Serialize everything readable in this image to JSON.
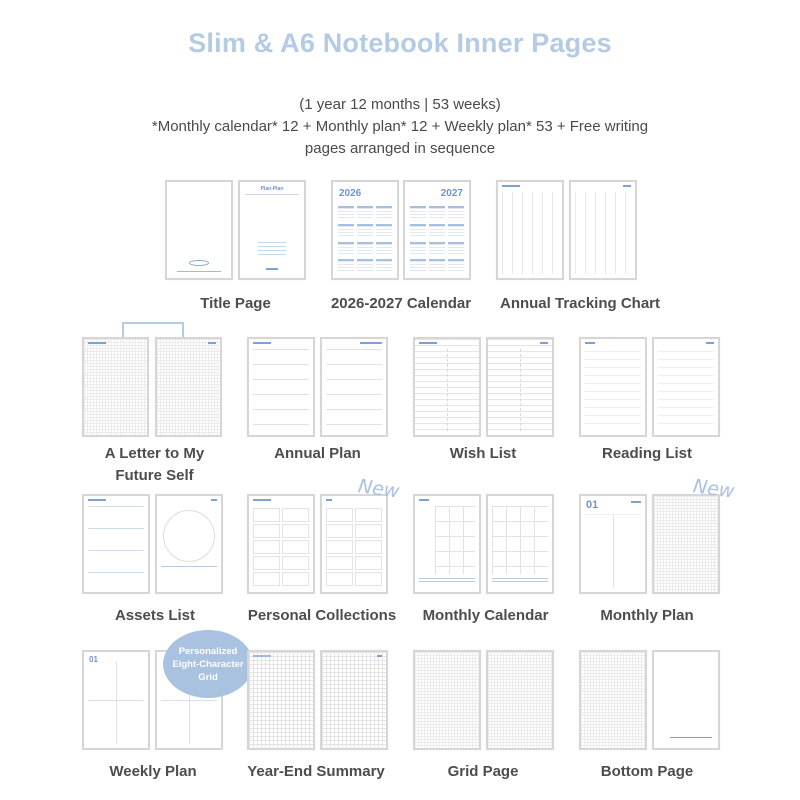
{
  "header": {
    "title": "Slim & A6 Notebook Inner Pages",
    "subtitle_line1": "(1 year 12 months | 53 weeks)",
    "subtitle_line2": "*Monthly calendar* 12 + Monthly plan* 12 + Weekly plan* 53 + Free writing",
    "subtitle_line3": "pages arranged in sequence"
  },
  "sections": [
    {
      "label": "Title Page",
      "page_headings": [
        "",
        "Plan-Plan"
      ]
    },
    {
      "label": "2026-2027 Calendar",
      "years": [
        "2026",
        "2027"
      ]
    },
    {
      "label": "Annual Tracking Chart"
    },
    {
      "label_line1": "A Letter to My",
      "label_line2": "Future Self"
    },
    {
      "label": "Annual Plan"
    },
    {
      "label": "Wish List"
    },
    {
      "label": "Reading List"
    },
    {
      "label": "Assets List"
    },
    {
      "label": "Personal Collections",
      "badge": "New"
    },
    {
      "label": "Monthly Calendar"
    },
    {
      "label": "Monthly Plan",
      "badge": "New",
      "month_number": "01"
    },
    {
      "label": "Weekly Plan",
      "week_number": "01"
    },
    {
      "label": "Year-End Summary"
    },
    {
      "label": "Grid Page"
    },
    {
      "label": "Bottom Page"
    }
  ],
  "callout": {
    "text": "Personalized Eight-Character Grid"
  },
  "colors": {
    "accent": "#b4cbe5",
    "label_text": "#4d4d4d",
    "callout_bg": "#a9c2e0"
  }
}
